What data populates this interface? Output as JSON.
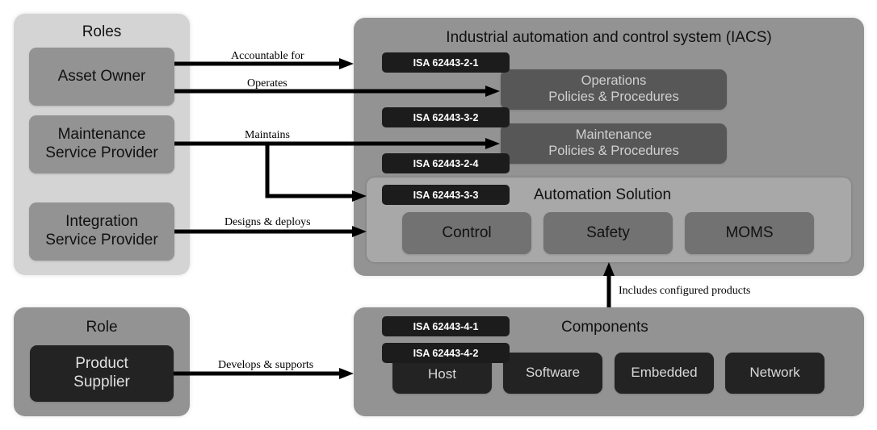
{
  "roles_panel": {
    "title": "Roles",
    "items": [
      {
        "label": "Asset Owner"
      },
      {
        "label_line1": "Maintenance",
        "label_line2": "Service Provider"
      },
      {
        "label_line1": "Integration",
        "label_line2": "Service Provider"
      }
    ]
  },
  "role_panel": {
    "title": "Role",
    "item": {
      "label_line1": "Product",
      "label_line2": "Supplier"
    }
  },
  "iacs_panel": {
    "title": "Industrial automation and control system (IACS)",
    "tags": [
      "ISA 62443-2-1",
      "ISA 62443-3-2",
      "ISA 62443-2-4"
    ],
    "operations": {
      "line1": "Operations",
      "line2": "Policies & Procedures"
    },
    "maintenance": {
      "line1": "Maintenance",
      "line2": "Policies & Procedures"
    },
    "automation_solution": {
      "title": "Automation Solution",
      "tag": "ISA 62443-3-3",
      "items": [
        "Control",
        "Safety",
        "MOMS"
      ]
    }
  },
  "components_panel": {
    "title": "Components",
    "tags": [
      "ISA 62443-4-1",
      "ISA 62443-4-2"
    ],
    "items": [
      "Host",
      "Software",
      "Embedded",
      "Network"
    ]
  },
  "arrows": {
    "accountable": "Accountable for",
    "operates": "Operates",
    "maintains": "Maintains",
    "designs": "Designs & deploys",
    "develops": "Develops & supports",
    "includes": "Includes configured products"
  }
}
